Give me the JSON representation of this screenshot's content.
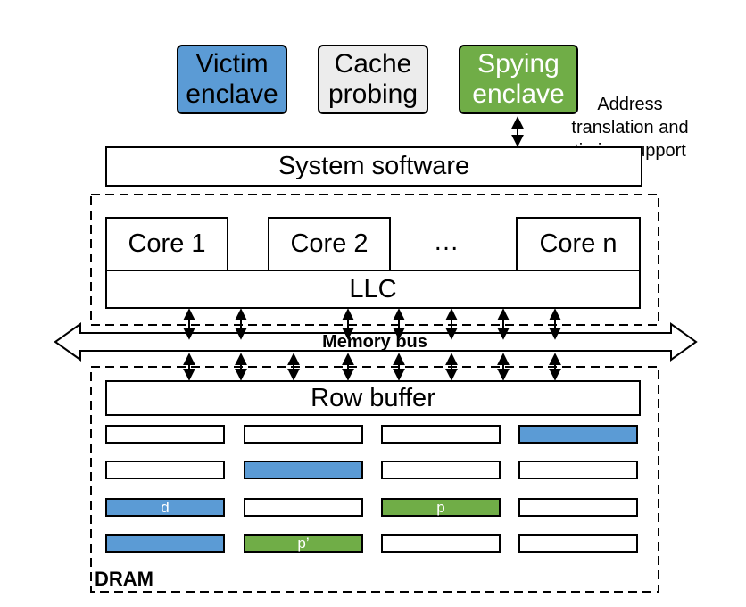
{
  "top_boxes": {
    "victim": "Victim\nenclave",
    "cache": "Cache\nprobing",
    "spying": "Spying\nenclave"
  },
  "annotation": "Address\ntranslation and\ntiming support",
  "system_software": "System software",
  "cpu": {
    "cores": [
      "Core 1",
      "Core 2",
      "Core n"
    ],
    "ellipsis": "…",
    "llc": "LLC"
  },
  "memory_bus": "Memory bus",
  "dram": {
    "row_buffer": "Row buffer",
    "label": "DRAM",
    "rows": [
      [
        {
          "fill": "white",
          "label": ""
        },
        {
          "fill": "white",
          "label": ""
        },
        {
          "fill": "white",
          "label": ""
        },
        {
          "fill": "blue",
          "label": ""
        }
      ],
      [
        {
          "fill": "white",
          "label": ""
        },
        {
          "fill": "blue",
          "label": ""
        },
        {
          "fill": "white",
          "label": ""
        },
        {
          "fill": "white",
          "label": ""
        }
      ],
      [
        {
          "fill": "blue",
          "label": "d"
        },
        {
          "fill": "white",
          "label": ""
        },
        {
          "fill": "green",
          "label": "p"
        },
        {
          "fill": "white",
          "label": ""
        }
      ],
      [
        {
          "fill": "blue",
          "label": ""
        },
        {
          "fill": "green",
          "label": "p’"
        },
        {
          "fill": "white",
          "label": ""
        },
        {
          "fill": "white",
          "label": ""
        }
      ]
    ]
  },
  "colors": {
    "blue": "#5b9bd5",
    "green": "#70ad47",
    "gray": "#ececec"
  }
}
